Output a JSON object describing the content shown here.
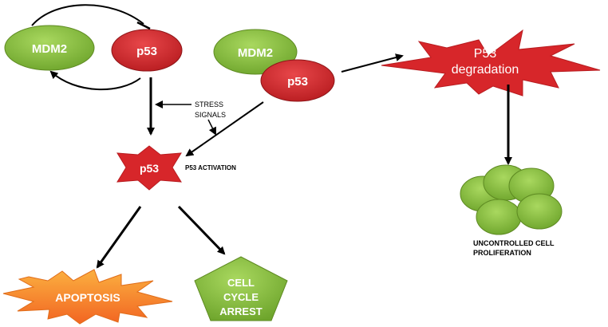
{
  "colors": {
    "green": "#8cc63f",
    "green_dark": "#5e8a22",
    "red": "#d7262a",
    "red_dark": "#8e1518",
    "orange": "#f7931e",
    "arrow": "#000000"
  },
  "nodes": {
    "mdm2_left": "MDM2",
    "p53_left": "p53",
    "mdm2_right": "MDM2",
    "p53_right": "p53",
    "p53_degradation_line1": "P53",
    "p53_degradation_line2": "degradation",
    "p53_active": "p53",
    "apoptosis": "APOPTOSIS",
    "cell_cycle_arrest_line1": "CELL",
    "cell_cycle_arrest_line2": "CYCLE",
    "cell_cycle_arrest_line3": "ARREST"
  },
  "labels": {
    "stress_signals_line1": "STRESS",
    "stress_signals_line2": "SIGNALS",
    "p53_activation": "P53 ACTIVATION",
    "uncontrolled_line1": "UNCONTROLLED CELL",
    "uncontrolled_line2": "PROLIFERATION"
  }
}
